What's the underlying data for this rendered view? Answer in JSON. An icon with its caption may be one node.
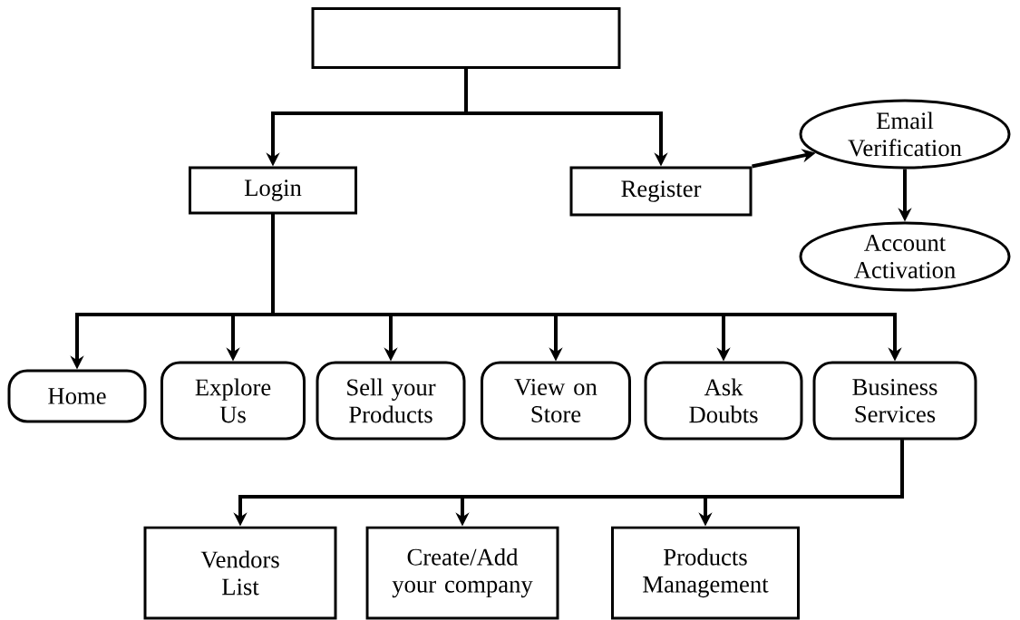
{
  "diagram": {
    "nodes": [
      {
        "text": [],
        "shape": "box"
      },
      {
        "text": [
          "Login"
        ]
      },
      {
        "text": [
          "Register"
        ]
      },
      {
        "text": [
          "Email Verification"
        ]
      },
      {
        "text": [
          "Account Activation"
        ]
      },
      {
        "text": [
          "Home"
        ]
      },
      {
        "text": [
          "Explore Us"
        ]
      },
      {
        "text": [
          "Sell your Products"
        ]
      },
      {
        "text": [
          "View on Store"
        ]
      },
      {
        "text": [
          "Ask Doubts"
        ]
      },
      {
        "text": [
          "Business Services"
        ]
      },
      {
        "text": [
          "Vendors List"
        ]
      },
      {
        "text": [
          "Create/Add your company"
        ]
      },
      {
        "text": [
          "Products Management"
        ]
      }
    ],
    "edges": [
      {
        "from": 0,
        "to": 1,
        "arrow": "to"
      },
      {
        "from": 0,
        "to": 2,
        "arrow": "to"
      },
      {
        "from": 2,
        "to": 3,
        "arrow": "to"
      },
      {
        "from": 3,
        "to": 4,
        "arrow": "to"
      },
      {
        "from": 1,
        "to": 5,
        "arrow": "to"
      },
      {
        "from": 1,
        "to": 6,
        "arrow": "to"
      },
      {
        "from": 1,
        "to": 7,
        "arrow": "to"
      },
      {
        "from": 1,
        "to": 8,
        "arrow": "to"
      },
      {
        "from": 1,
        "to": 9,
        "arrow": "to"
      },
      {
        "from": 1,
        "to": 10,
        "arrow": "to"
      },
      {
        "from": 10,
        "to": 11,
        "arrow": "to"
      },
      {
        "from": 10,
        "to": 12,
        "arrow": "to"
      },
      {
        "from": 10,
        "to": 13,
        "arrow": "to"
      }
    ]
  }
}
